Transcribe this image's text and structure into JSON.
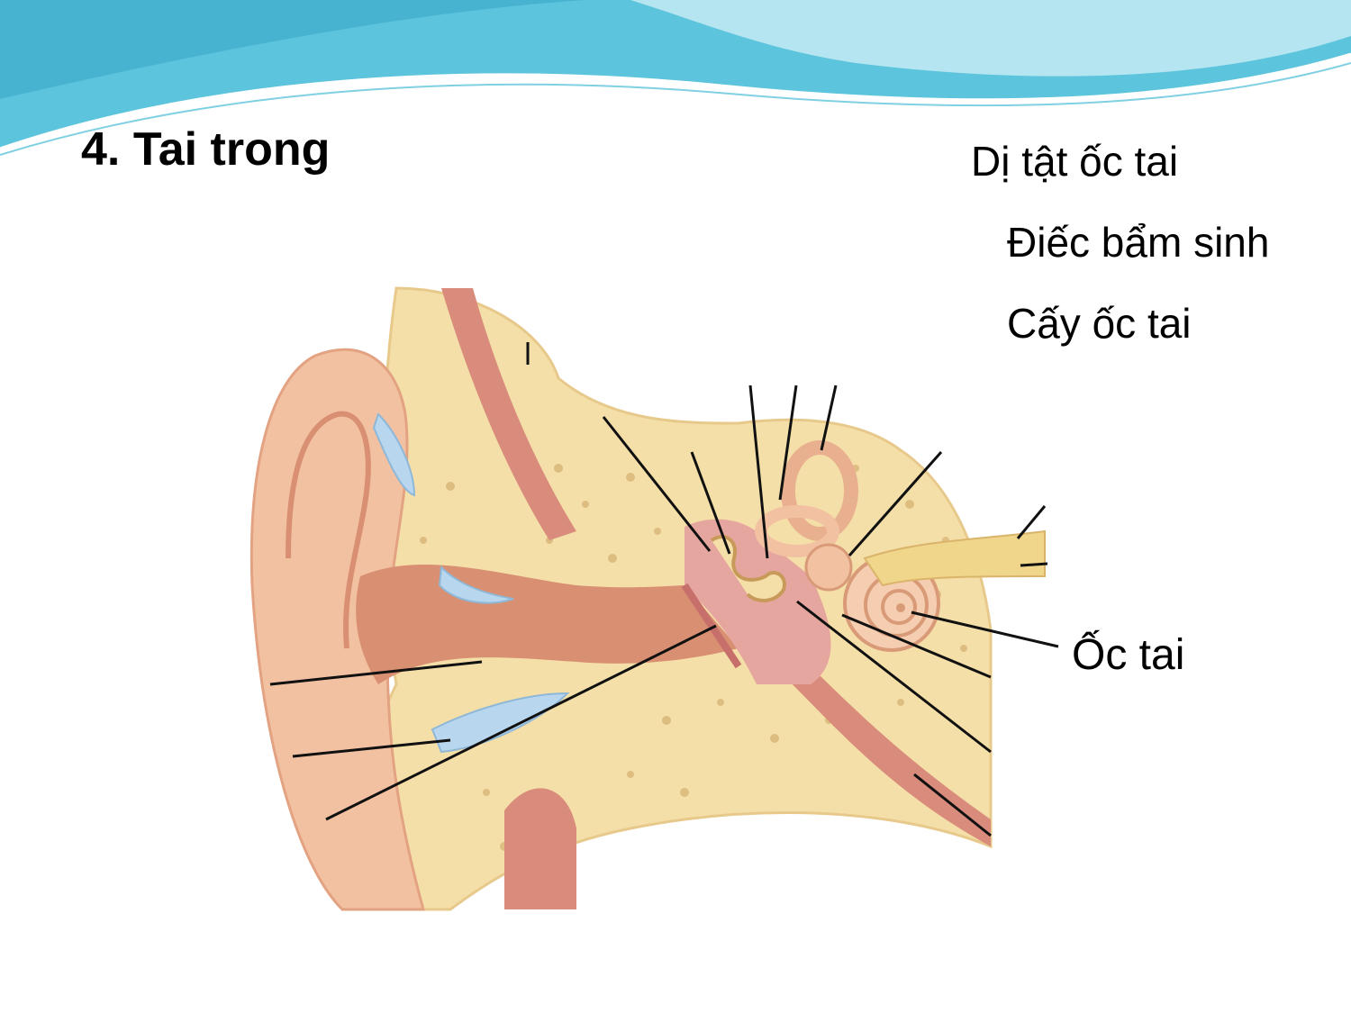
{
  "slide": {
    "title": "4. Tai trong"
  },
  "bullets": [
    "Dị tật ốc tai",
    "Điếc bẩm sinh",
    "Cấy ốc tai"
  ],
  "diagram": {
    "cochlea_label": "Ốc tai"
  },
  "colors": {
    "header_wave": "#5cc4dc",
    "header_light": "#bfe9f2",
    "skin": "#f2c1a2",
    "canal": "#d98f72",
    "bone": "#f5dfa8",
    "bone_dark": "#e8c98c",
    "muscle": "#d98b7c",
    "fluid": "#b8d7ee",
    "leader_line": "#111111"
  }
}
